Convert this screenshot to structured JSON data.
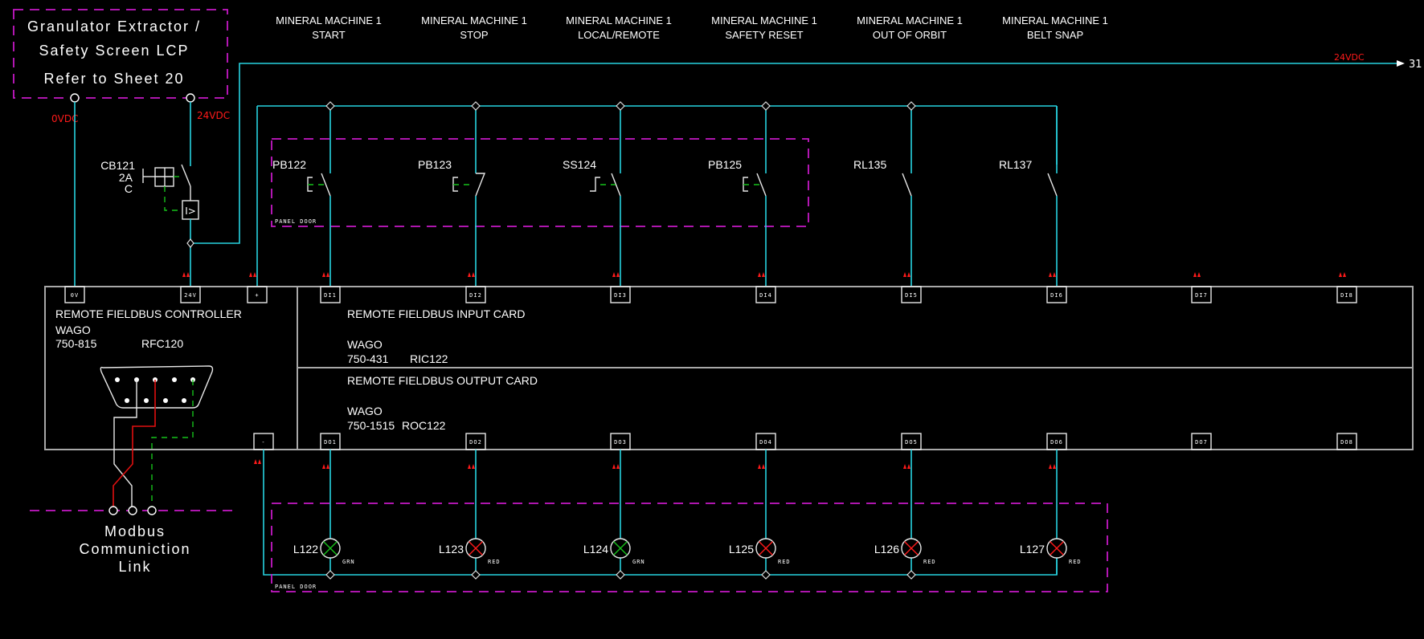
{
  "lcp": {
    "line1": "Granulator Extractor /",
    "line2": "Safety Screen LCP",
    "line3": "Refer to Sheet 20",
    "supply_0v": "0VDC",
    "supply_24v": "24VDC"
  },
  "bus": {
    "label": "24VDC",
    "sheet_ref": "31"
  },
  "breaker": {
    "tag": "CB121",
    "rating": "2A",
    "curve": "C"
  },
  "inputs": [
    {
      "title": "MINERAL MACHINE 1",
      "function": "START",
      "device": "PB122",
      "terminal": "DI1"
    },
    {
      "title": "MINERAL MACHINE 1",
      "function": "STOP",
      "device": "PB123",
      "terminal": "DI2"
    },
    {
      "title": "MINERAL MACHINE 1",
      "function": "LOCAL/REMOTE",
      "device": "SS124",
      "terminal": "DI3"
    },
    {
      "title": "MINERAL MACHINE 1",
      "function": "SAFETY RESET",
      "device": "PB125",
      "terminal": "DI4"
    },
    {
      "title": "MINERAL MACHINE 1",
      "function": "OUT OF ORBIT",
      "device": "RL135",
      "terminal": "DI5"
    },
    {
      "title": "MINERAL MACHINE 1",
      "function": "BELT SNAP",
      "device": "RL137",
      "terminal": "DI6"
    },
    {
      "terminal": "DI7"
    },
    {
      "terminal": "DI8"
    }
  ],
  "outputs": [
    {
      "lamp": "L122",
      "color_code": "GRN",
      "cross_color": "#16c21a",
      "terminal": "DO1"
    },
    {
      "lamp": "L123",
      "color_code": "RED",
      "cross_color": "#ff1a1a",
      "terminal": "DO2"
    },
    {
      "lamp": "L124",
      "color_code": "GRN",
      "cross_color": "#16c21a",
      "terminal": "DO3"
    },
    {
      "lamp": "L125",
      "color_code": "RED",
      "cross_color": "#ff1a1a",
      "terminal": "DO4"
    },
    {
      "lamp": "L126",
      "color_code": "RED",
      "cross_color": "#ff1a1a",
      "terminal": "DO5"
    },
    {
      "lamp": "L127",
      "color_code": "RED",
      "cross_color": "#ff1a1a",
      "terminal": "DO6"
    },
    {
      "terminal": "DO7"
    },
    {
      "terminal": "DO8"
    }
  ],
  "panel_door": "PANEL DOOR",
  "controller": {
    "title": "REMOTE FIELDBUS CONTROLLER",
    "make": "WAGO",
    "model": "750-815",
    "tag": "RFC120",
    "term_0v": "0V",
    "term_24v": "24V",
    "term_plus": "+",
    "term_minus": "-"
  },
  "input_card": {
    "title": "REMOTE FIELDBUS INPUT CARD",
    "make": "WAGO",
    "model": "750-431",
    "tag": "RIC122"
  },
  "output_card": {
    "title": "REMOTE FIELDBUS OUTPUT CARD",
    "make": "WAGO",
    "model": "750-1515",
    "tag": "ROC122"
  },
  "modbus": {
    "line1": "Modbus",
    "line2": "Communiction",
    "line3": "Link"
  },
  "colors": {
    "wire": "#27d3e0",
    "panel_boundary": "#c619c6",
    "mechanical_link": "#16c21a",
    "annotation": "#ff1a1a"
  }
}
